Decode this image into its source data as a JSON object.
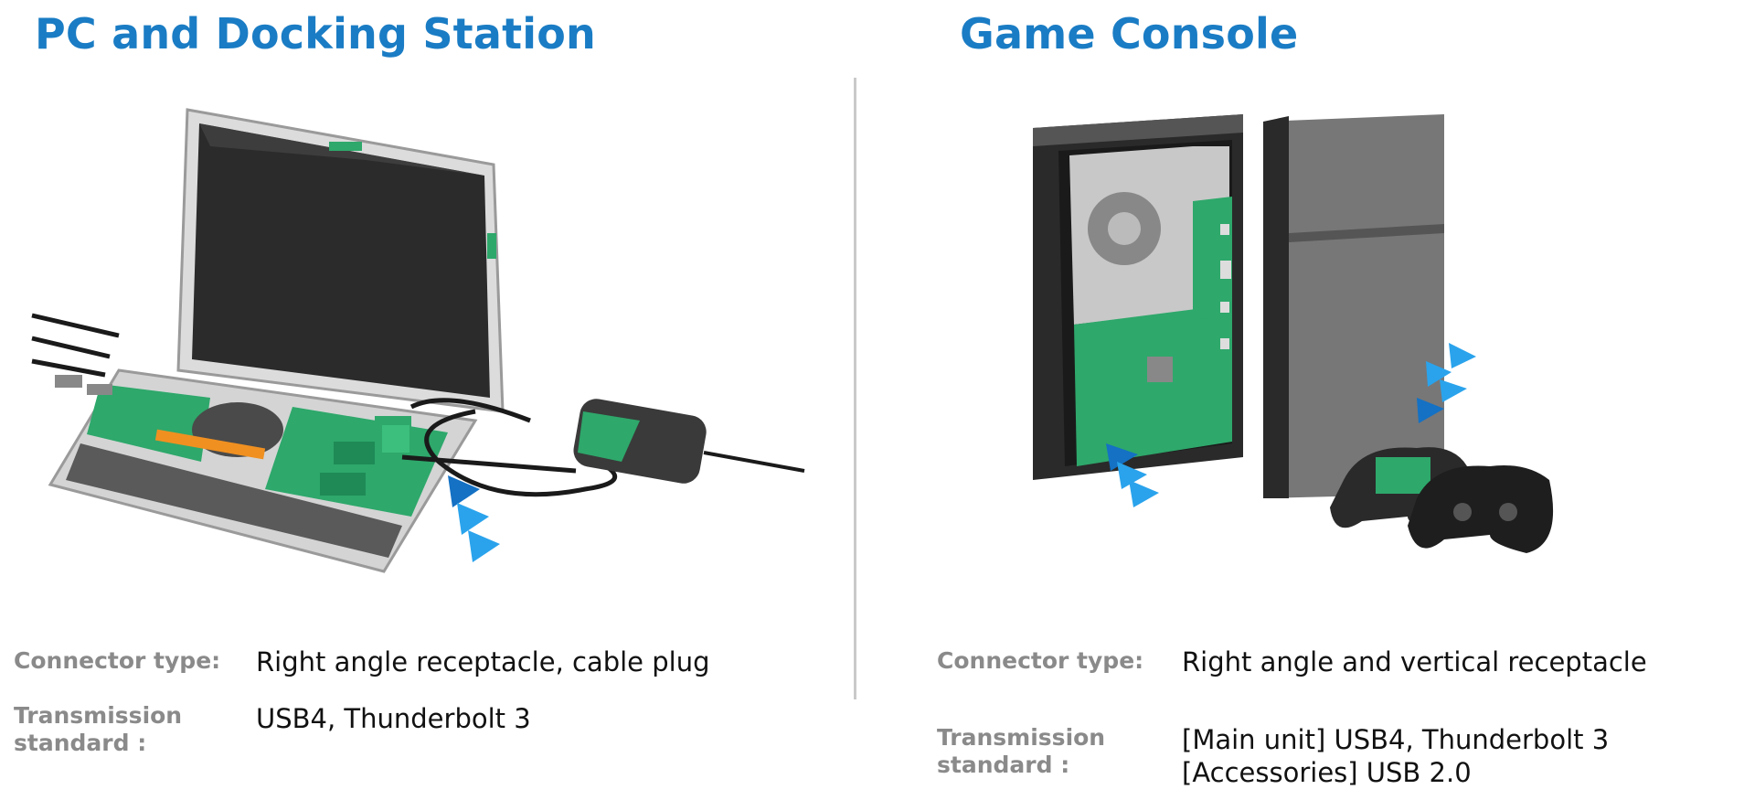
{
  "left": {
    "title": "PC and Docking Station",
    "connector_label": "Connector type:",
    "connector_value": "Right angle receptacle, cable plug",
    "standard_label_line1": "Transmission",
    "standard_label_line2": "standard :",
    "standard_value": "USB4, Thunderbolt 3"
  },
  "right": {
    "title": "Game Console",
    "connector_label": "Connector type:",
    "connector_value": "Right angle and vertical receptacle",
    "standard_label_line1": "Transmission",
    "standard_label_line2": "standard :",
    "standard_value_line1": "[Main unit] USB4, Thunderbolt 3",
    "standard_value_line2": "[Accessories] USB 2.0"
  },
  "colors": {
    "title_blue": "#1a7cc4",
    "label_gray": "#8a8a8a",
    "pcb_green": "#2ea86b",
    "arrow_blue": "#2aa3ec",
    "arrow_dark_blue": "#1471c4"
  }
}
